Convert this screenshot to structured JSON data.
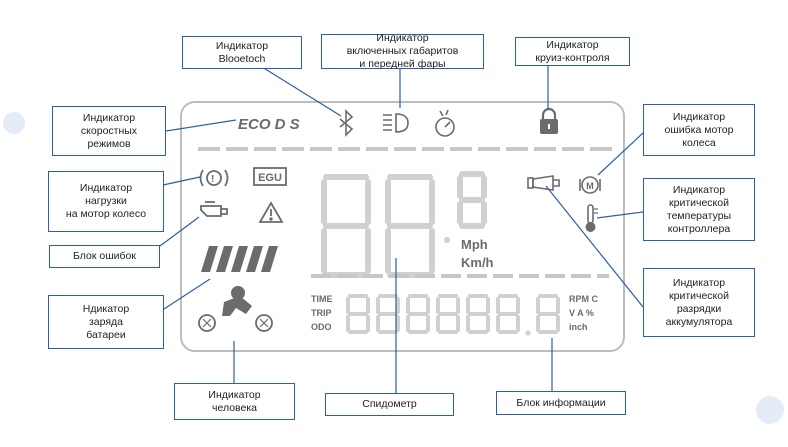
{
  "labels": {
    "bluetooth": "Индикатор\nBlooetoch",
    "lights": "Индикатор\nвключенных габаритов\nи передней фары",
    "cruise": "Индикатор\nкруиз-контроля",
    "speed_modes": "Индикатор\nскоростных\nрежимов",
    "motor_error": "Индикатор\nошибка мотор\nколеса",
    "motor_load": "Индикатор\nнагрузки\nна мотор колесо",
    "controller_temp": "Индикатор\nкритической\nтемпературы\nконтроллера",
    "error_block": "Блок ошибок",
    "battery_level": "Ндикатор\nзаряда\nбатареи",
    "battery_critical": "Индикатор\nкритической\nразрядки\nаккумулятора",
    "human": "Индикатор\nчеловека",
    "speedometer": "Спидометр",
    "info_block": "Блок информации"
  },
  "display": {
    "mode_text": "ECO D S",
    "egu": "EGU",
    "units_mph": "Mph",
    "units_kmh": "Km/h",
    "info_left": [
      "TIME",
      "TRIP",
      "ODO"
    ],
    "info_right": [
      "RPM C",
      "V A %",
      "inch"
    ]
  },
  "icons": [
    "bluetooth-icon",
    "headlight-icon",
    "cruise-speed-icon",
    "lock-icon",
    "load-icon",
    "egu-icon",
    "engine-icon",
    "warning-icon",
    "motor-icon",
    "thermometer-icon",
    "horn-icon",
    "battery-icon",
    "rider-icon"
  ]
}
